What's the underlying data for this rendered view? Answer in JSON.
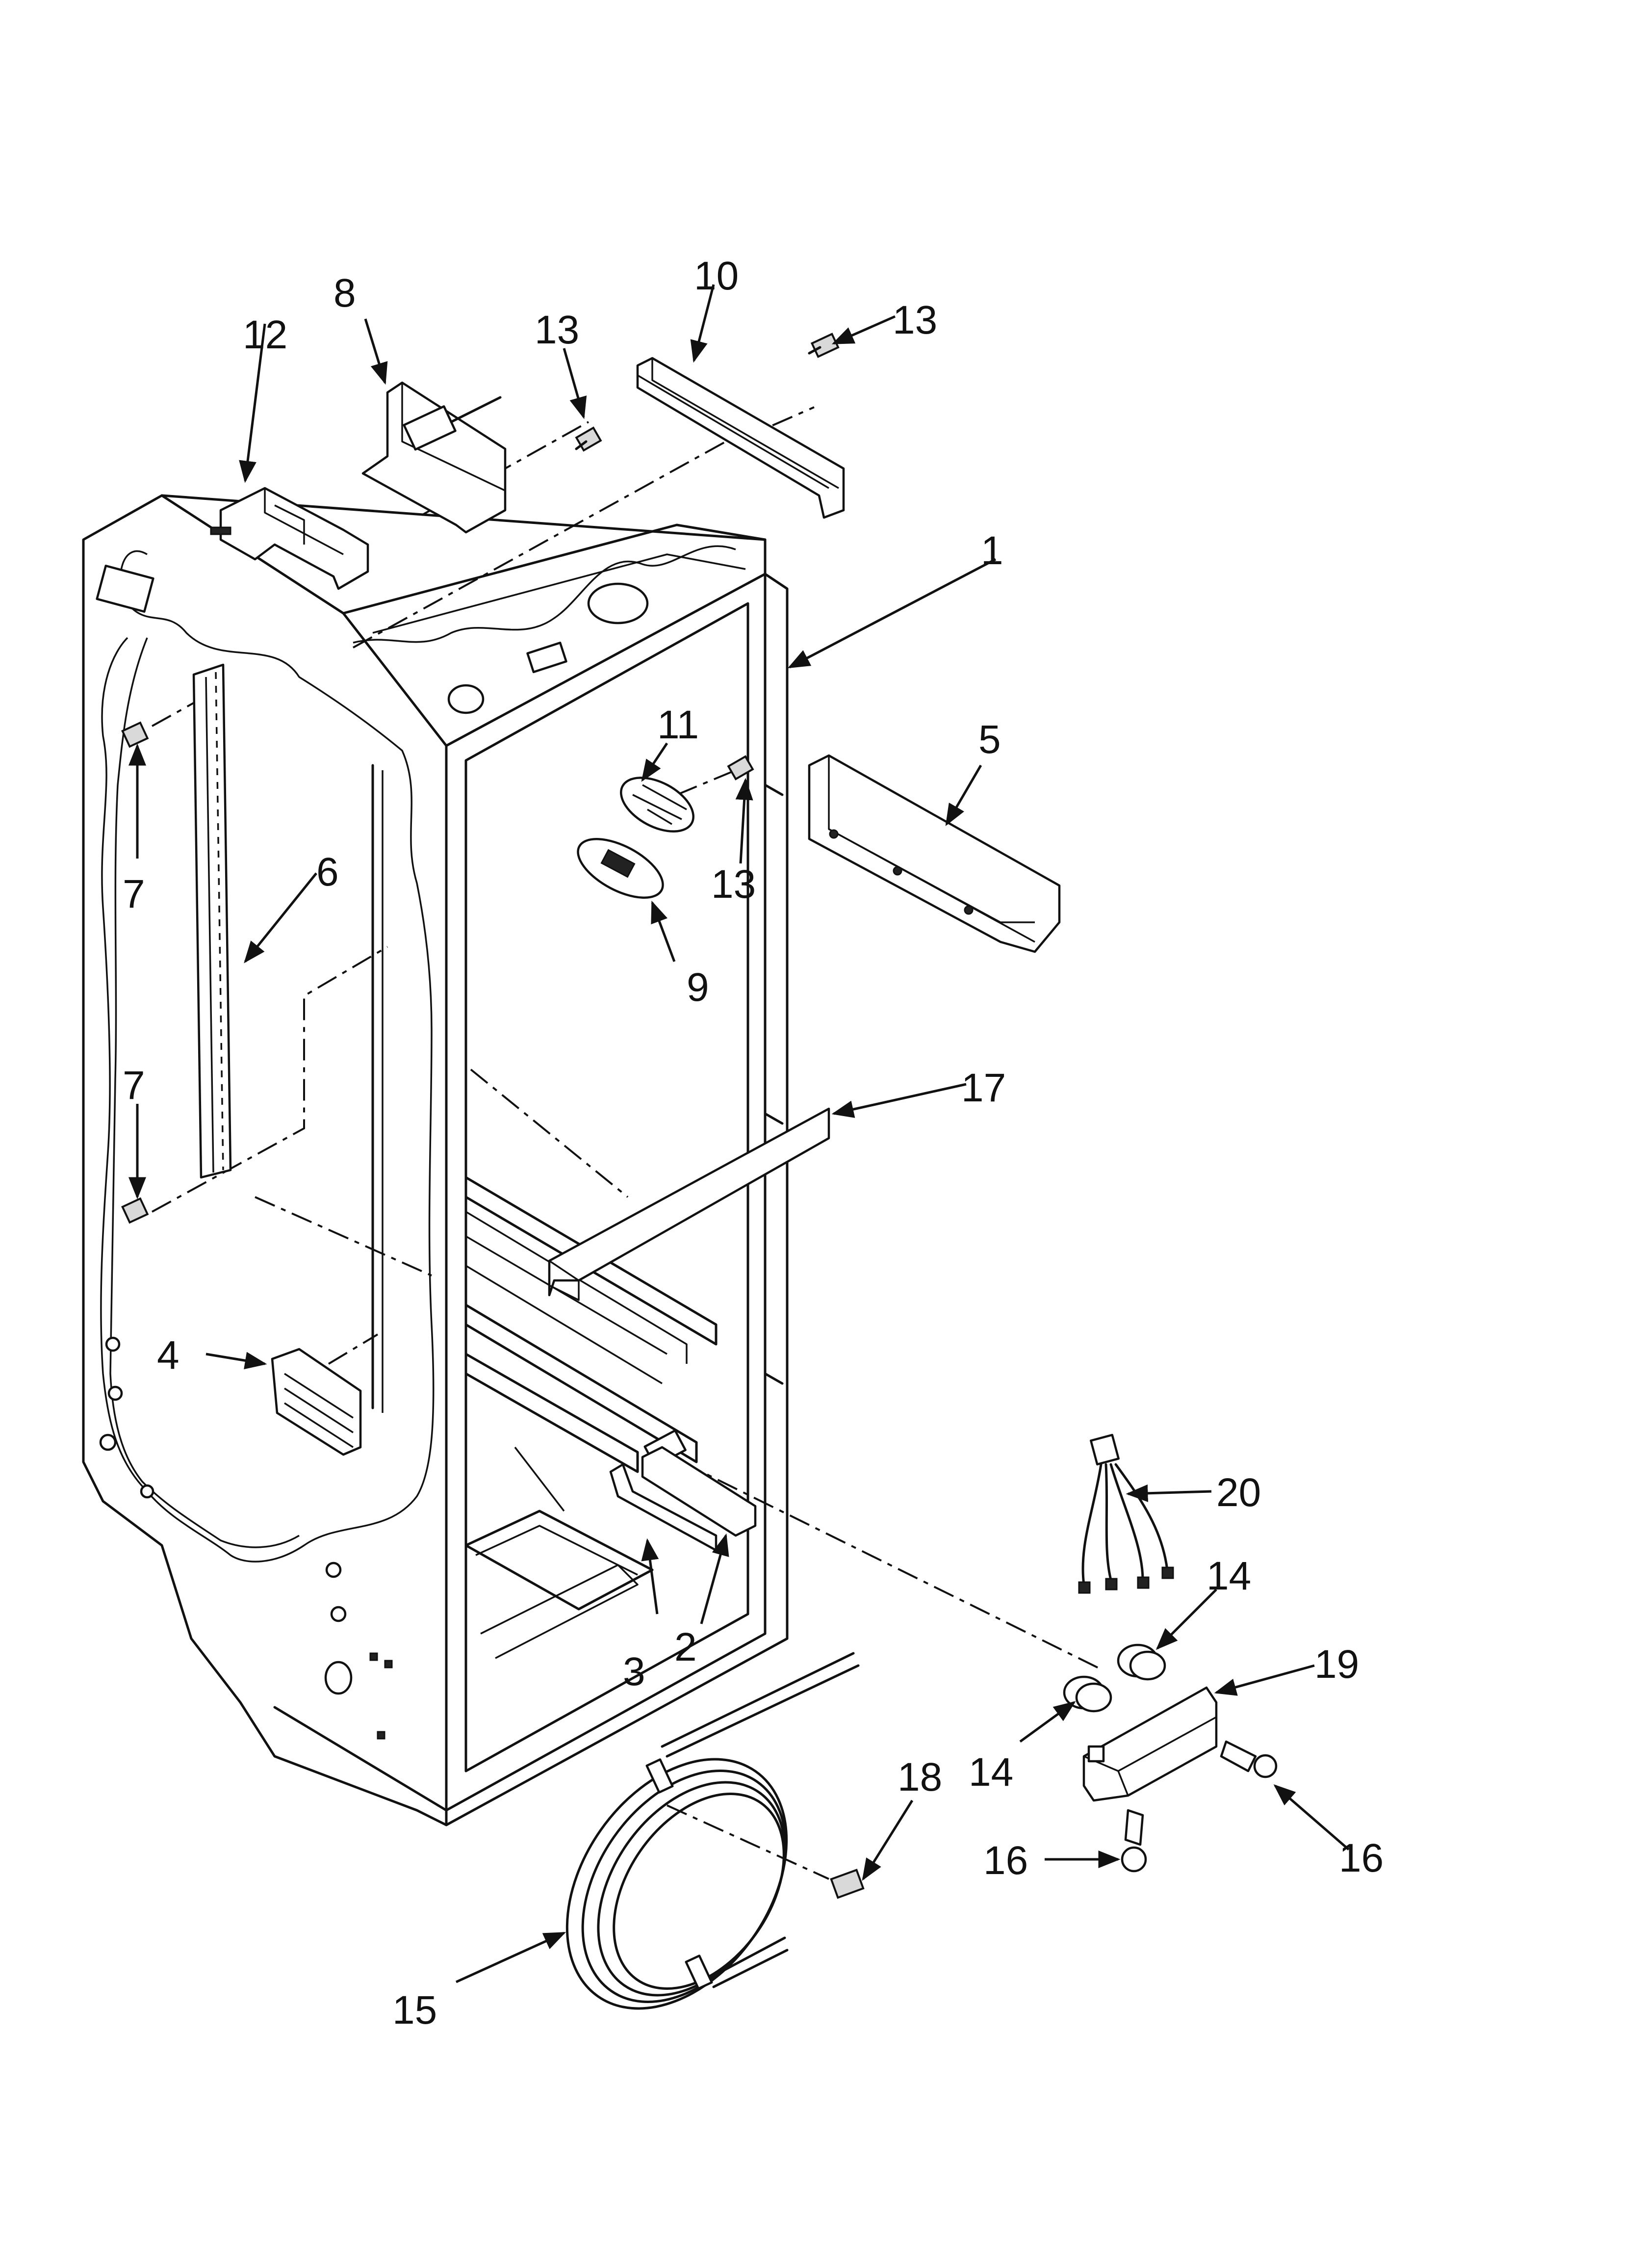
{
  "callouts": [
    {
      "id": "c1",
      "label": "1"
    },
    {
      "id": "c2",
      "label": "2"
    },
    {
      "id": "c3",
      "label": "3"
    },
    {
      "id": "c4",
      "label": "4"
    },
    {
      "id": "c5",
      "label": "5"
    },
    {
      "id": "c6",
      "label": "6"
    },
    {
      "id": "c7a",
      "label": "7"
    },
    {
      "id": "c7b",
      "label": "7"
    },
    {
      "id": "c8",
      "label": "8"
    },
    {
      "id": "c9",
      "label": "9"
    },
    {
      "id": "c10",
      "label": "10"
    },
    {
      "id": "c11",
      "label": "11"
    },
    {
      "id": "c12",
      "label": "12"
    },
    {
      "id": "c13a",
      "label": "13"
    },
    {
      "id": "c13b",
      "label": "13"
    },
    {
      "id": "c13c",
      "label": "13"
    },
    {
      "id": "c14a",
      "label": "14"
    },
    {
      "id": "c14b",
      "label": "14"
    },
    {
      "id": "c15",
      "label": "15"
    },
    {
      "id": "c16a",
      "label": "16"
    },
    {
      "id": "c16b",
      "label": "16"
    },
    {
      "id": "c17",
      "label": "17"
    },
    {
      "id": "c18",
      "label": "18"
    },
    {
      "id": "c19",
      "label": "19"
    },
    {
      "id": "c20",
      "label": "20"
    }
  ]
}
